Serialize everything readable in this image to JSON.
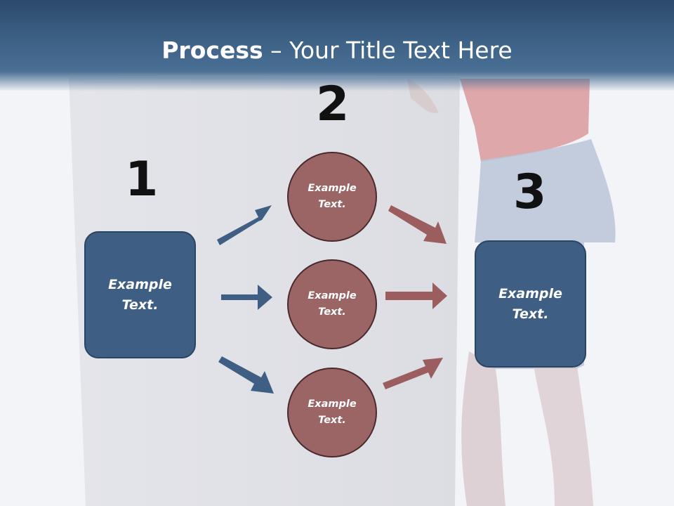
{
  "slide": {
    "title_bold": "Process",
    "title_rest": " – Your Title Text Here"
  },
  "steps": {
    "step1_number": "1",
    "step2_number": "2",
    "step3_number": "3"
  },
  "nodes": {
    "box_left_text": "Example Text.",
    "circle_top_text": "Example Text.",
    "circle_middle_text": "Example Text.",
    "circle_bottom_text": "Example Text.",
    "box_right_text": "Example Text."
  },
  "colors": {
    "header": "#3d6286",
    "box_fill": "#3e5f83",
    "circle_fill": "#9b6566",
    "arrow_blue": "#3e5f83",
    "arrow_red": "#9b5d5e"
  }
}
